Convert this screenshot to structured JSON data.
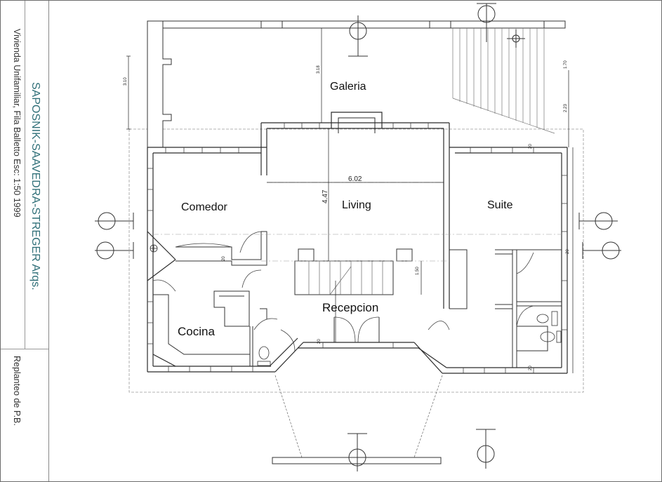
{
  "title_block": {
    "firm": "SAPOSNIK-SAAVEDRA-STREGER Arqs.",
    "project": "Vivienda Unifamiliar, Fila Balletto Esc: 1:50 1999",
    "sheet": "Replanteo de P.B."
  },
  "rooms": {
    "galeria": "Galeria",
    "comedor": "Comedor",
    "living": "Living",
    "suite": "Suite",
    "recepcion": "Recepcion",
    "cocina": "Cocina"
  },
  "dimensions": {
    "living_width": "6.02",
    "living_depth": "4.47",
    "galeria_depth": "3.18",
    "left_offset": "3.10",
    "right_upper": "2.23",
    "right_top": "1.70",
    "stair": "1.50",
    "small_a": "20",
    "small_b": "20",
    "small_c": "20",
    "small_d": "20",
    "small_e": "20"
  },
  "colors": {
    "wall": "#2b2b2b",
    "line": "#555555",
    "title_text": "#2f6f78"
  }
}
